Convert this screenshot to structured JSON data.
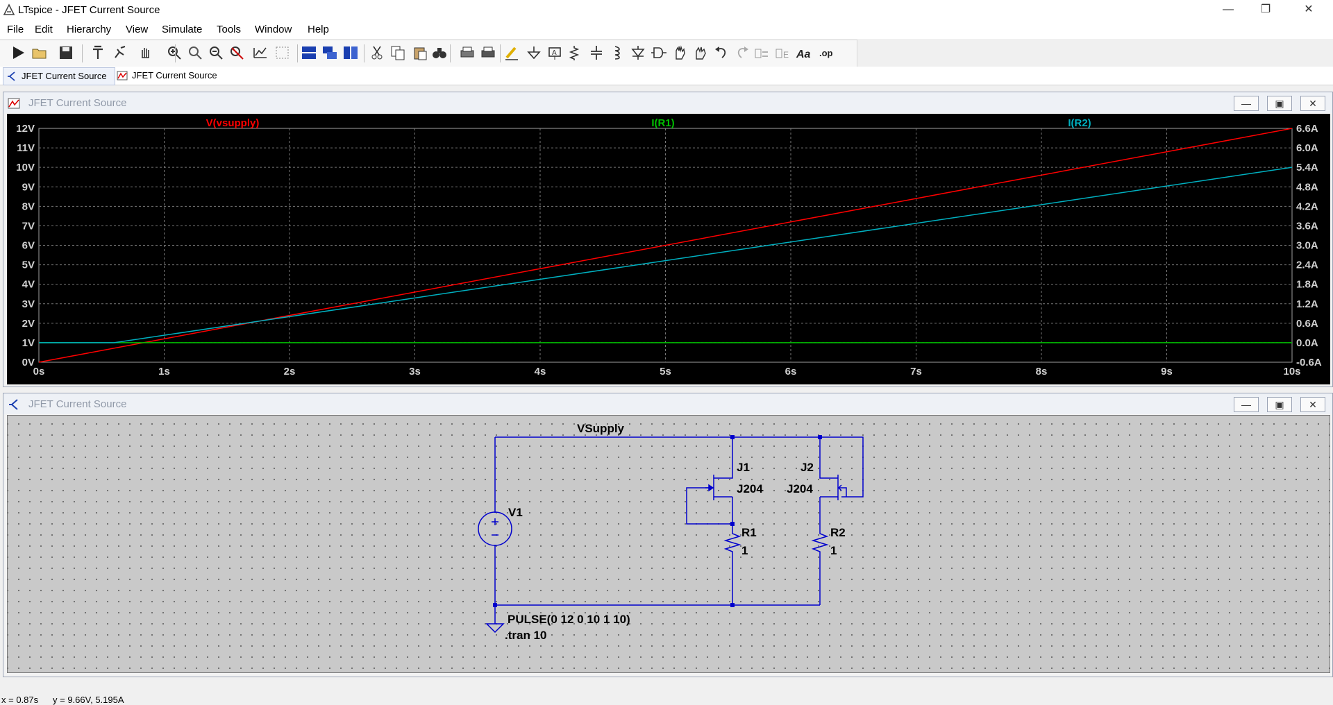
{
  "window": {
    "title": "LTspice - JFET Current Source",
    "minimize": "—",
    "restore": "❐",
    "close": "✕"
  },
  "menu": [
    "File",
    "Edit",
    "Hierarchy",
    "View",
    "Simulate",
    "Tools",
    "Window",
    "Help"
  ],
  "toolbar_icons": [
    "run-icon",
    "open-icon",
    "save-icon",
    "control-panel-icon",
    "halt-icon",
    "pan-icon",
    "zoom-in-icon",
    "zoom-full-icon",
    "zoom-out-icon",
    "zoom-cancel-icon",
    "autorange-icon",
    "grid-icon",
    "tile-horizontal-icon",
    "cascade-icon",
    "tile-vertical-icon",
    "cut-icon",
    "copy-icon",
    "paste-icon",
    "find-icon",
    "print-icon",
    "print-setup-icon",
    "draw-wire-icon",
    "ground-icon",
    "label-net-icon",
    "resistor-icon",
    "capacitor-icon",
    "inductor-icon",
    "diode-icon",
    "component-icon",
    "move-icon",
    "drag-icon",
    "undo-icon",
    "redo-icon",
    "rotate-icon",
    "mirror-icon",
    "text-icon",
    "spice-directive-icon"
  ],
  "tabs": [
    {
      "label": "JFET Current Source",
      "icon": "schematic-icon"
    },
    {
      "label": "JFET Current Source",
      "icon": "waveform-icon"
    }
  ],
  "plot_window": {
    "title": "JFET Current Source",
    "minimize": "—",
    "maximize": "▣",
    "close": "✕"
  },
  "schematic_window": {
    "title": "JFET Current Source",
    "minimize": "—",
    "maximize": "▣",
    "close": "✕"
  },
  "chart_data": {
    "type": "line",
    "x_ticks": [
      "0s",
      "1s",
      "2s",
      "3s",
      "4s",
      "5s",
      "6s",
      "7s",
      "8s",
      "9s",
      "10s"
    ],
    "y_left_ticks": [
      "0V",
      "1V",
      "2V",
      "3V",
      "4V",
      "5V",
      "6V",
      "7V",
      "8V",
      "9V",
      "10V",
      "11V",
      "12V"
    ],
    "y_right_ticks": [
      "-0.6A",
      "0.0A",
      "0.6A",
      "1.2A",
      "1.8A",
      "2.4A",
      "3.0A",
      "3.6A",
      "4.2A",
      "4.8A",
      "5.4A",
      "6.0A",
      "6.6A"
    ],
    "xlim": [
      0,
      10
    ],
    "ylim_left": [
      0,
      12
    ],
    "ylim_right": [
      -0.6,
      6.6
    ],
    "grid": true,
    "series": [
      {
        "name": "V(vsupply)",
        "color": "#ff0000",
        "axis": "left",
        "x": [
          0,
          10
        ],
        "y": [
          0,
          12
        ]
      },
      {
        "name": "I(R1)",
        "color": "#00c000",
        "axis": "right",
        "x": [
          0,
          10
        ],
        "y": [
          0,
          0
        ]
      },
      {
        "name": "I(R2)",
        "color": "#00b0c0",
        "axis": "right",
        "x": [
          0,
          0.6,
          10
        ],
        "y": [
          0,
          0,
          5.4
        ]
      }
    ]
  },
  "schematic": {
    "net_label": "VSupply",
    "v1": {
      "name": "V1",
      "value": "PULSE(0 12 0 10 1 10)"
    },
    "j1": {
      "name": "J1",
      "model": "J204"
    },
    "j2": {
      "name": "J2",
      "model": "J204"
    },
    "r1": {
      "name": "R1",
      "value": "1"
    },
    "r2": {
      "name": "R2",
      "value": "1"
    },
    "directive": ".tran 10",
    "wire_color": "#0000cc"
  },
  "status": {
    "x": "x = 0.87s",
    "y": "y = 9.66V, 5.195A"
  }
}
